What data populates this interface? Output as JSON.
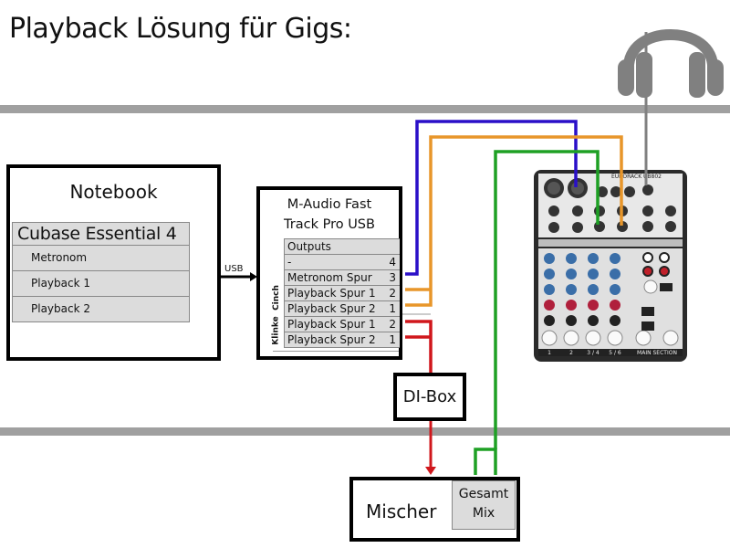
{
  "title": "Playback Lösung für Gigs:",
  "colors": {
    "band": "#a0a0a0",
    "wire_metronome": "#2a0fc8",
    "wire_playback_cinch": "#e8962a",
    "wire_playback_klinke": "#d0171c",
    "wire_gesamt_mix": "#1ea024",
    "wire_headphones": "#808080",
    "table_fill": "#dcdcdc"
  },
  "notebook": {
    "title": "Notebook",
    "software": {
      "title": "Cubase Essential 4",
      "tracks": [
        "Metronom",
        "Playback 1",
        "Playback 2"
      ]
    }
  },
  "connection_usb": "USB",
  "interface": {
    "title_line1": "M-Audio Fast",
    "title_line2": "Track Pro USB",
    "outputs_header": "Outputs",
    "groups": [
      {
        "label": "Cinch",
        "rows": [
          {
            "name": "-",
            "channel": "4"
          },
          {
            "name": "Metronom Spur",
            "channel": "3"
          },
          {
            "name": "Playback Spur 1",
            "channel": "2"
          },
          {
            "name": "Playback Spur 2",
            "channel": "1"
          }
        ]
      },
      {
        "label": "Klinke",
        "rows": [
          {
            "name": "Playback Spur 1",
            "channel": "2"
          },
          {
            "name": "Playback Spur 2",
            "channel": "1"
          }
        ]
      }
    ]
  },
  "di_box": "DI-Box",
  "mischer": {
    "label": "Mischer",
    "output": "Gesamt Mix"
  },
  "mixer_device": {
    "brand": "EURORACK UB802",
    "channel_labels": [
      "1",
      "2",
      "3 / 4",
      "5 / 6",
      "MAIN SECTION"
    ]
  },
  "headphones": "headphones-icon"
}
